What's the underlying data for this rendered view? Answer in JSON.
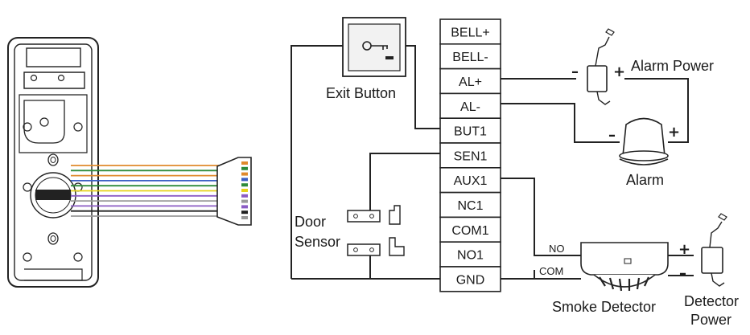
{
  "terminals": [
    "BELL+",
    "BELL-",
    "AL+",
    "AL-",
    "BUT1",
    "SEN1",
    "AUX1",
    "NC1",
    "COM1",
    "NO1",
    "GND"
  ],
  "labels": {
    "exit_button": "Exit Button",
    "alarm_power": "Alarm Power",
    "alarm": "Alarm",
    "door_sensor_line1": "Door",
    "door_sensor_line2": "Sensor",
    "smoke_detector": "Smoke Detector",
    "detector_power_line1": "Detector",
    "detector_power_line2": "Power",
    "smoke_no": "NO",
    "smoke_com": "COM"
  },
  "signs": {
    "alarm_power_minus": "–",
    "alarm_power_plus": "+",
    "alarm_minus": "–",
    "alarm_plus": "+",
    "detector_plus": "+",
    "detector_minus": "–"
  },
  "cable_colors": [
    "#e08a2c",
    "#2e8b3a",
    "#e08a2c",
    "#3b5fc4",
    "#2e8b3a",
    "#e6d21a",
    "#8b5cc4",
    "#9a9a9a",
    "#8b5cc4",
    "#222222",
    "#9a9a9a"
  ]
}
